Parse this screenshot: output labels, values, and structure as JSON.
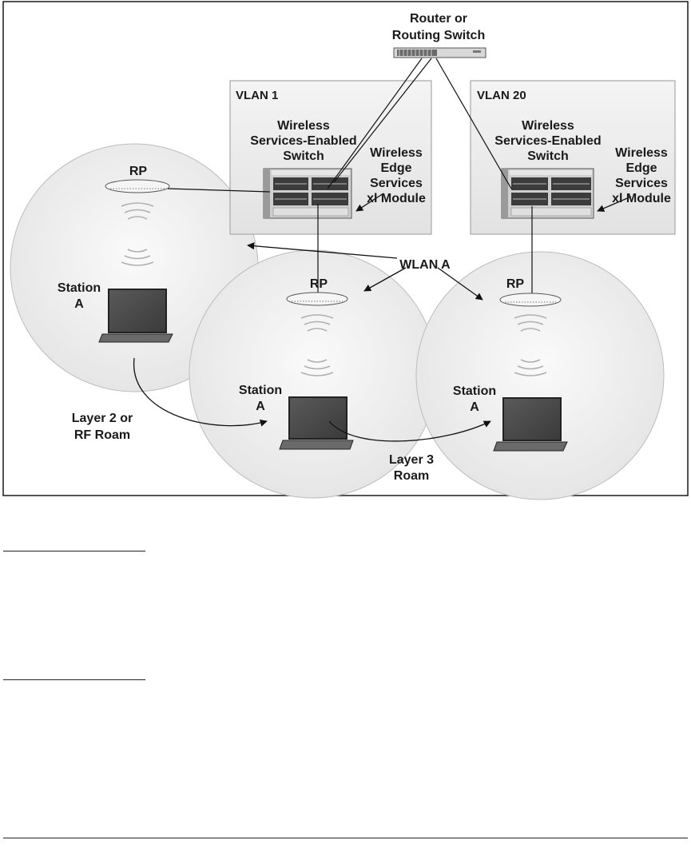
{
  "diagram": {
    "router": {
      "line1": "Router or",
      "line2": "Routing Switch"
    },
    "vlan_left": {
      "title": "VLAN 1",
      "switch_line1": "Wireless",
      "switch_line2": "Services-Enabled",
      "switch_line3": "Switch",
      "module_line1": "Wireless",
      "module_line2": "Edge",
      "module_line3": "Services",
      "module_line4": "xl Module"
    },
    "vlan_right": {
      "title": "VLAN 20",
      "switch_line1": "Wireless",
      "switch_line2": "Services-Enabled",
      "switch_line3": "Switch",
      "module_line1": "Wireless",
      "module_line2": "Edge",
      "module_line3": "Services",
      "module_line4": "xl Module"
    },
    "rp_label": "RP",
    "wlan_label": "WLAN A",
    "station_line1": "Station",
    "station_line2": "A",
    "roam_layer2": {
      "line1": "Layer 2 or",
      "line2": "RF Roam"
    },
    "roam_layer3": {
      "line1": "Layer 3",
      "line2": "Roam"
    }
  },
  "colors": {
    "border": "#1a1a1a",
    "cell_fill": "#f2f2f2",
    "box_fill": "#ebebeb"
  }
}
